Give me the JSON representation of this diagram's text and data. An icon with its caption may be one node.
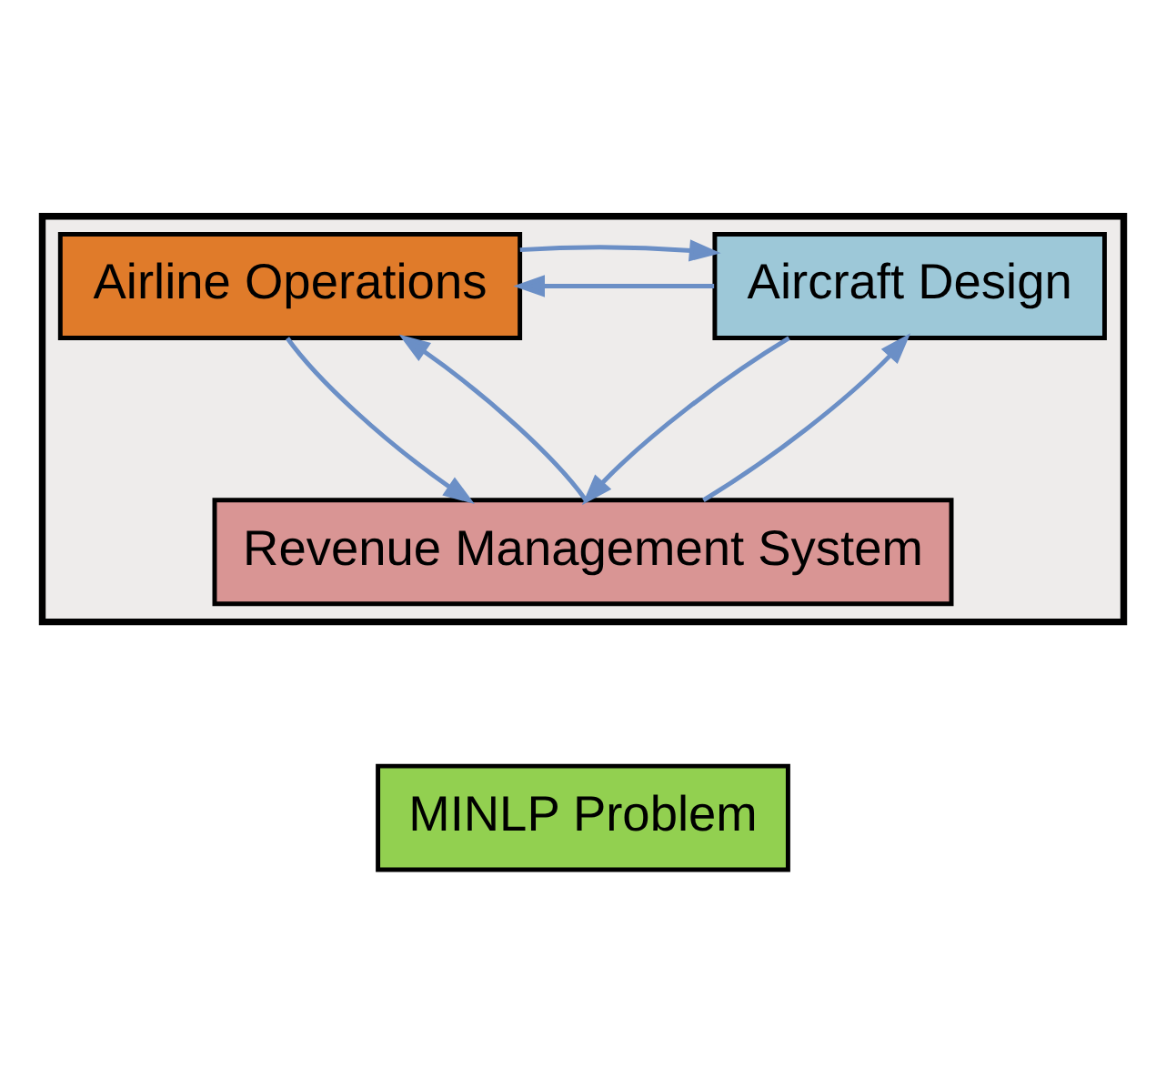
{
  "diagram": {
    "nodes": [
      {
        "text": [],
        "shape": "box"
      },
      {
        "text": [
          "Aircraft Design"
        ],
        "in": 0
      },
      {
        "text": [
          "Airline Operations"
        ],
        "in": 0
      },
      {
        "text": [
          "Revenue Management System"
        ],
        "in": 0
      },
      {
        "text": [
          "MINLP Problem"
        ]
      }
    ],
    "edges": [
      {
        "from": 1,
        "to": 2,
        "arrow": "to"
      },
      {
        "from": 2,
        "to": 1,
        "arrow": "to"
      },
      {
        "from": 1,
        "to": 3,
        "arrow": "to"
      },
      {
        "from": 3,
        "to": 1,
        "arrow": "to"
      },
      {
        "from": 3,
        "to": 2,
        "arrow": "to"
      },
      {
        "from": 2,
        "to": 3,
        "arrow": "to"
      }
    ]
  }
}
